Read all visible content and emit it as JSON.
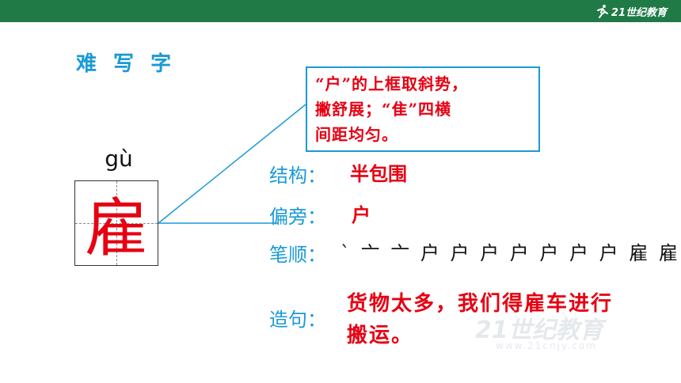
{
  "header": {
    "logo_text": "21世纪教育",
    "bar_color": "#1f7a46"
  },
  "title": "难 写 字",
  "character": {
    "pinyin": "gù",
    "glyph": "雇",
    "color": "#e60012"
  },
  "callout": {
    "lines": [
      "“户”的上框取斜势，",
      "撇舒展；“隹”四横",
      "间距均匀。"
    ]
  },
  "details": {
    "structure_label": "结构：",
    "structure_value": "半包围",
    "radical_label": "偏旁：",
    "radical_value": "户",
    "strokes_label": "笔顺：",
    "strokes_value": "` 亠 亠 户 户 户 户 户 户 户 雇 雇",
    "sentence_label": "造句：",
    "sentence_value": "货物太多，我们得雇车进行搬运。"
  },
  "watermark": {
    "text": "21世纪教育",
    "sub": "www.21cnjy.com"
  },
  "colors": {
    "accent_blue": "#1a9ad6",
    "accent_red": "#e60012"
  }
}
